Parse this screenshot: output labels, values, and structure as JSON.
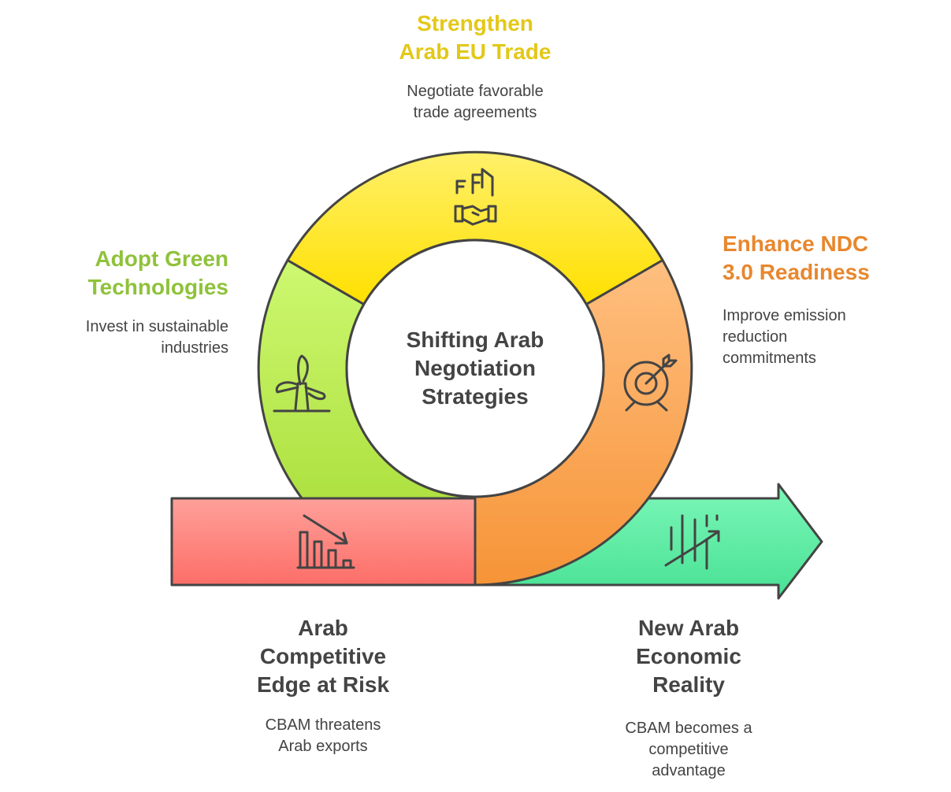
{
  "center_title": [
    "Shifting Arab",
    "Negotiation",
    "Strategies"
  ],
  "steps": [
    {
      "title": [
        "Strengthen",
        "Arab EU Trade"
      ],
      "desc": [
        "Negotiate favorable",
        "trade agreements"
      ],
      "color": "#e3c818",
      "icon": "handshake-building-icon"
    },
    {
      "title": [
        "Enhance NDC",
        "3.0 Readiness"
      ],
      "desc": [
        "Improve emission",
        "reduction",
        "commitments"
      ],
      "color": "#e8872e",
      "icon": "target-icon"
    },
    {
      "title": [
        "Adopt Green",
        "Technologies"
      ],
      "desc": [
        "Invest in sustainable",
        "industries"
      ],
      "color": "#8fc23a",
      "icon": "wind-turbine-icon"
    }
  ],
  "start": {
    "title": [
      "Arab",
      "Competitive",
      "Edge at Risk"
    ],
    "desc": [
      "CBAM threatens",
      "Arab exports"
    ],
    "icon": "declining-chart-icon"
  },
  "end": {
    "title": [
      "New Arab",
      "Economic",
      "Reality"
    ],
    "desc": [
      "CBAM becomes a",
      "competitive",
      "advantage"
    ],
    "icon": "growth-chart-icon"
  },
  "colors": {
    "text": "#444444",
    "outline": "#444444"
  }
}
